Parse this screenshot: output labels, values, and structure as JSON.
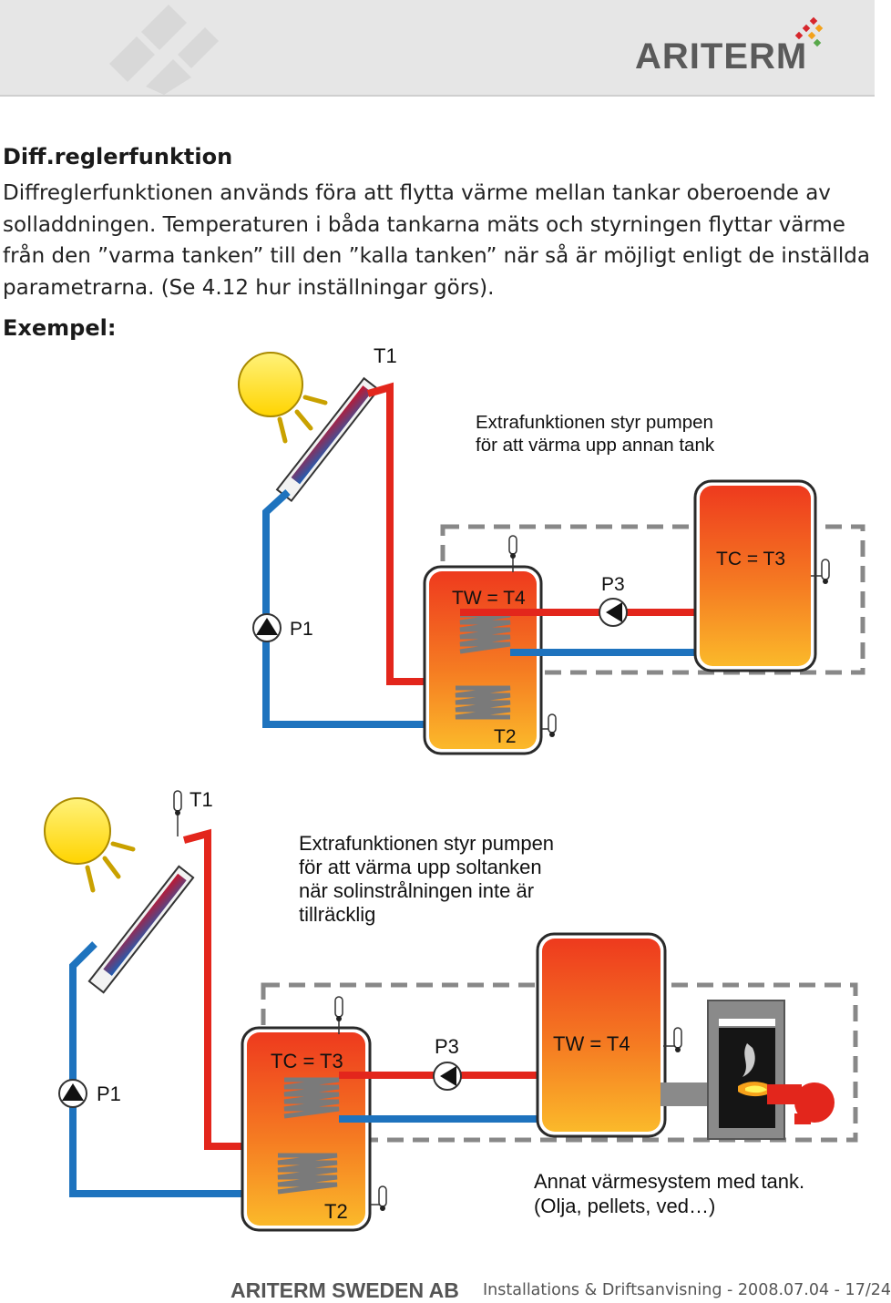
{
  "header": {
    "logo_text": "ARITERM"
  },
  "section": {
    "heading": "Diff.reglerfunktion",
    "paragraph": "Diffreglerfunktionen används föra att flytta värme mellan tankar oberoende av solladdningen. Temperaturen i båda tankarna mäts och styrningen flyttar värme från den ”varma tanken” till den ”kalla tanken” när så är möjligt enligt de inställda parametrarna. (Se 4.12 hur inställningar görs).",
    "example_label": "Exempel:"
  },
  "diagram1": {
    "sensor_collector": "T1",
    "pump_solar": "P1",
    "pump_transfer": "P3",
    "tank_left_label": "TW = T4",
    "tank_left_bottom": "T2",
    "tank_right_label": "TC = T3",
    "caption_line1": "Extrafunktionen styr pumpen",
    "caption_line2": "för att värma upp annan tank"
  },
  "diagram2": {
    "sensor_collector": "T1",
    "pump_solar": "P1",
    "pump_transfer": "P3",
    "tank_left_label": "TC = T3",
    "tank_left_bottom": "T2",
    "tank_right_label": "TW = T4",
    "caption_line1": "Extrafunktionen styr pumpen",
    "caption_line2": "för att värma upp soltanken",
    "caption_line3": "när solinstrålningen inte är",
    "caption_line4": "tillräcklig",
    "other_system_line1": "Annat värmesystem med tank.",
    "other_system_line2": "(Olja, pellets, ved…)"
  },
  "footer": {
    "company": "ARITERM SWEDEN AB",
    "doc_info": "Installations & Driftsanvisning - 2008.07.04 - 17/24"
  },
  "colors": {
    "hot_pipe": "#e3261c",
    "cold_pipe": "#1e73be",
    "tank_top": "#ee3a1e",
    "tank_bottom": "#fbb92a"
  }
}
